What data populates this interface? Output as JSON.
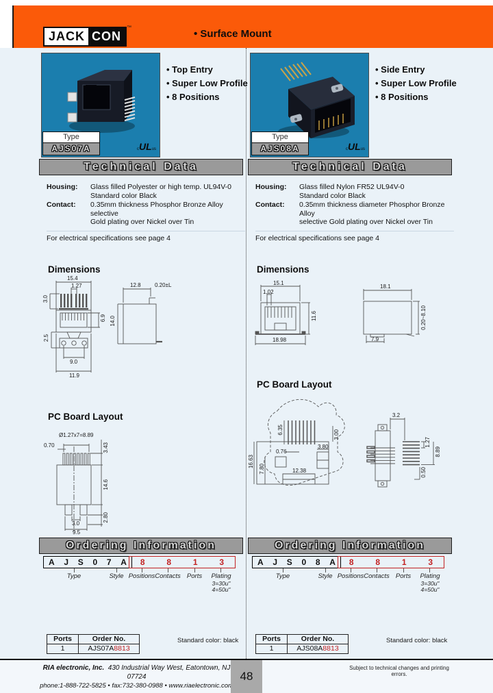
{
  "header": {
    "brand_primary": "JACK",
    "brand_secondary": "CON",
    "trademark": "™",
    "tagline": "Surface Mount"
  },
  "ul_mark": {
    "pre": "c",
    "main": "UL",
    "post": "us"
  },
  "products": [
    {
      "type_label": "Type",
      "model": "AJS07A",
      "features": [
        "Top Entry",
        "Super Low Profile",
        "8 Positions"
      ]
    },
    {
      "type_label": "Type",
      "model": "AJS08A",
      "features": [
        "Side Entry",
        "Super Low Profile",
        "8 Positions"
      ]
    }
  ],
  "technical": [
    {
      "title": "Technical Data",
      "housing_label": "Housing:",
      "housing_1": "Glass filled Polyester or high temp. UL94V-0",
      "housing_2": "Standard color Black",
      "contact_label": "Contact:",
      "contact_1": "0.35mm thickness Phosphor Bronze Alloy selective",
      "contact_2": "Gold plating over Nickel over Tin",
      "note": "For electrical specifications see page 4"
    },
    {
      "title": "Technical Data",
      "housing_label": "Housing:",
      "housing_1": "Glass filled Nylon FR52 UL94V-0",
      "housing_2": "Standard color Black",
      "contact_label": "Contact:",
      "contact_1": "0.35mm thickness diameter Phosphor Bronze Alloy",
      "contact_2": "selective Gold plating over Nickel over Tin",
      "note": "For electrical specifications see page 4"
    }
  ],
  "sections": {
    "dimensions": "Dimensions",
    "pcb": "PC Board Layout"
  },
  "dims": {
    "l_front": [
      "15.4",
      "1.27",
      "3.0",
      "6.9",
      "2.5",
      "9.0",
      "11.9"
    ],
    "l_side": [
      "12.8",
      "0.20±L",
      "14.0"
    ],
    "r_front": [
      "15.1",
      "1.02",
      "11.6",
      "18.98"
    ],
    "r_side": [
      "18.1",
      "0.20~8.10",
      "7.9"
    ],
    "l_pcb": [
      "Ø1.27x7=8.89",
      "0.70",
      "3.43",
      "14.6",
      "2.80",
      "3.0",
      "9.5"
    ],
    "r_pcb_a": [
      "6.35",
      "0.76",
      "3.80",
      "3.00",
      "16.63",
      "7.80",
      "12.38"
    ],
    "r_pcb_b": [
      "3.2",
      "1.27",
      "8.89",
      "0.50"
    ]
  },
  "ordering": [
    {
      "title": "Ordering Information",
      "code": [
        "A",
        "J",
        "S",
        "0",
        "7",
        "A"
      ],
      "digits": [
        "8",
        "8",
        "1",
        "3"
      ],
      "lbl_type": "Type",
      "lbl_style": "Style",
      "lbl_positions": "Positions",
      "lbl_contacts": "Contacts",
      "lbl_ports": "Ports",
      "lbl_plating": "Plating",
      "plating_1": "3=30u\"",
      "plating_2": "4=50u\""
    },
    {
      "title": "Ordering Information",
      "code": [
        "A",
        "J",
        "S",
        "0",
        "8",
        "A"
      ],
      "digits": [
        "8",
        "8",
        "1",
        "3"
      ],
      "lbl_type": "Type",
      "lbl_style": "Style",
      "lbl_positions": "Positions",
      "lbl_contacts": "Contacts",
      "lbl_ports": "Ports",
      "lbl_plating": "Plating",
      "plating_1": "3=30u\"",
      "plating_2": "4=50u\""
    }
  ],
  "order_tables": [
    {
      "col_ports": "Ports",
      "col_order": "Order No.",
      "ports": "1",
      "prefix": "AJS07A",
      "suffix": "8813",
      "color_note": "Standard color: black"
    },
    {
      "col_ports": "Ports",
      "col_order": "Order No.",
      "ports": "1",
      "prefix": "AJS08A",
      "suffix": "8813",
      "color_note": "Standard color: black"
    }
  ],
  "footer": {
    "company": "RIA electronic, Inc.",
    "address": "430 Industrial Way West, Eatontown, NJ 07724",
    "contact": "phone:1-888-722-5825 • fax:732-380-0988 • www.riaelectronic.com",
    "page": "48",
    "note": "Subject to technical changes and printing errors."
  },
  "colors": {
    "accent_orange": "#fb5a09",
    "photo_blue": "#1b7eae",
    "bar_gray": "#9a9a9a",
    "highlight_red": "#c22020"
  }
}
